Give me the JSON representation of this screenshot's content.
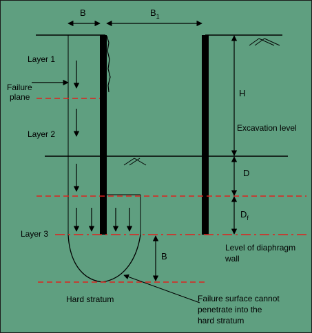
{
  "labels": {
    "b_top": "B",
    "b1_main": "B",
    "b1_sub": "1",
    "layer1": "Layer 1",
    "failure_line1": "Failure",
    "failure_line2": "plane",
    "layer2": "Layer 2",
    "layer3": "Layer 3",
    "h": "H",
    "excavation": "Excavation level",
    "d": "D",
    "df_main": "D",
    "df_sub": "f",
    "level_line1": "Level of diaphragm",
    "level_line2": "wall",
    "b_lower": "B",
    "hard_stratum": "Hard stratum",
    "note_line1": "Failure surface cannot",
    "note_line2": "penetrate into the",
    "note_line3": "hard stratum"
  },
  "colors": {
    "background": "#5f9f80",
    "dashed_line": "#e0201c",
    "line": "#000000"
  }
}
